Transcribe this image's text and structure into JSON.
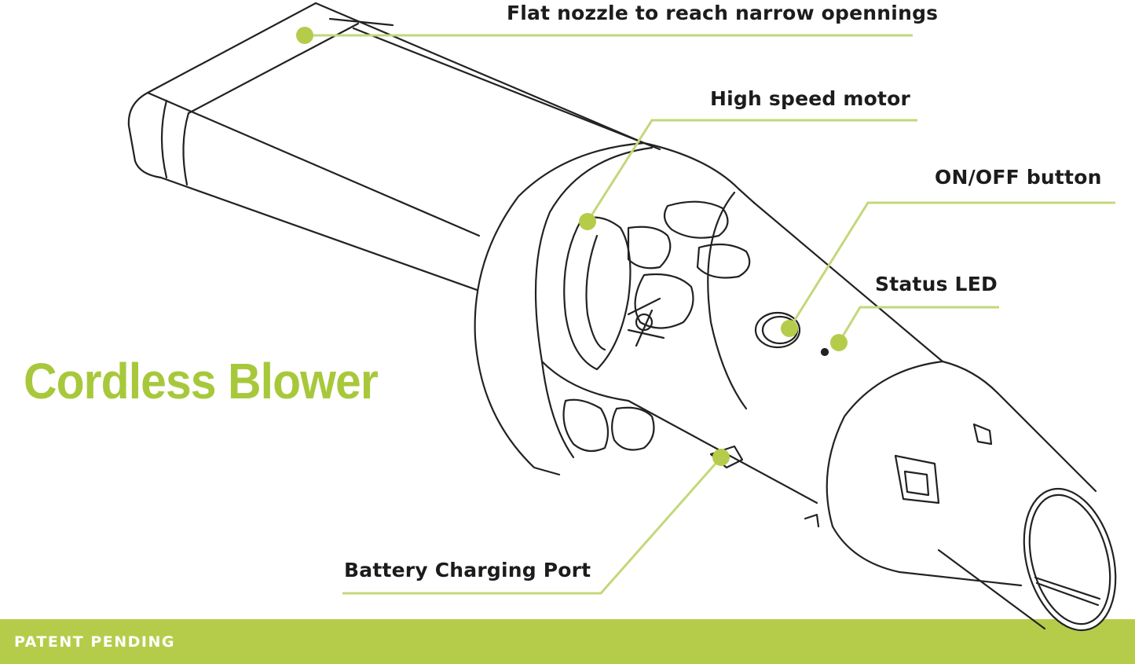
{
  "title": "Cordless Blower",
  "footer": {
    "text": "PATENT PENDING"
  },
  "callouts": {
    "nozzle": "Flat nozzle to reach narrow opennings",
    "motor": "High speed motor",
    "button": "ON/OFF button",
    "led": "Status LED",
    "port": "Battery Charging Port"
  },
  "colors": {
    "accent": "#a8c83c",
    "footer": "#b5cc4a",
    "line": "#c3d87a"
  }
}
